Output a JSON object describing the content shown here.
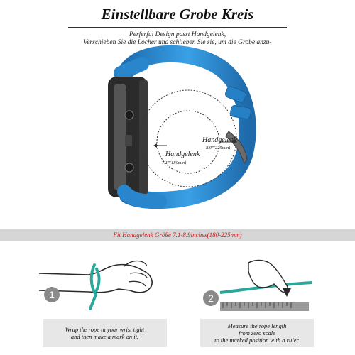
{
  "header": {
    "title": "Einstellbare Grobe Kreis",
    "subtitle_line1": "Perferful Design passt Handgelenk,",
    "subtitle_line2": "Verschieben Sie die Locher und schlieben Sie sie, um die Grobe anzu-",
    "subtitle_line3": "passen"
  },
  "diagram": {
    "outer_label": "Handgelenk",
    "outer_size": "8.9\"(225mm)",
    "inner_label": "Handgelenk",
    "inner_size": "7.1\"(180mm)"
  },
  "banner": {
    "text": "Fit Handgelenk Größe 7.1-8.9inches(180-225mm)"
  },
  "steps": [
    {
      "number": "1",
      "line1": "Wrap the rope tu your wrist tight",
      "line2": "and then make a mark on it."
    },
    {
      "number": "2",
      "line1": "Measure the rope length",
      "line2": "from zero scale",
      "line3": "to the marked position with a ruler."
    }
  ],
  "colors": {
    "strap": "#2f8fd6",
    "banner_text": "#cc1a1a",
    "rope": "#2aa79a"
  }
}
